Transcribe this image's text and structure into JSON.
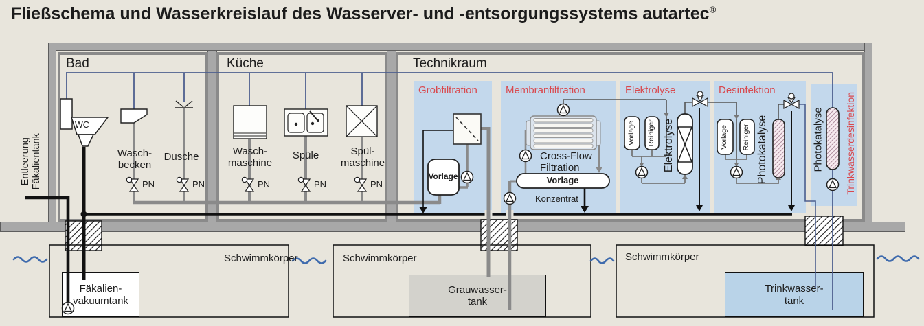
{
  "title": {
    "text": "Fließschema und Wasserkreislauf des Wasserver- und -entsorgungssystems autartec",
    "registered": "®"
  },
  "building": {
    "rooms": {
      "bad": {
        "label": "Bad",
        "wc": "WC",
        "waschbecken": "Wasch-\nbecken",
        "dusche": "Dusche"
      },
      "kueche": {
        "label": "Küche",
        "waschmaschine": "Wasch-\nmaschine",
        "spuele": "Spüle",
        "spuelmaschine": "Spül-\nmaschine"
      },
      "technikraum": {
        "label": "Technikraum",
        "grobfiltration": {
          "heading": "Grobfiltration",
          "vorlage": "Vorlage"
        },
        "membranfiltration": {
          "heading": "Membranfiltration",
          "module": "Cross-Flow\nFiltration",
          "vorlage": "Vorlage",
          "konzentrat": "Konzentrat"
        },
        "elektrolyse": {
          "heading": "Elektrolyse",
          "vorlage": "Vorlage",
          "reiniger": "Reiniger",
          "column": "Elektrolyse"
        },
        "desinfektion": {
          "heading": "Desinfektion",
          "vorlage": "Vorlage",
          "reiniger": "Reiniger",
          "column": "Photokatalyse"
        },
        "trinkwasserdesinfektion": {
          "heading": "Trinkwasserdesinfektion",
          "column": "Photokatalyse"
        }
      }
    },
    "valve_label": "PN",
    "entleerung": "Entleerung\nFäkalientank"
  },
  "pontoons": {
    "label": "Schwimmkörper",
    "faekalientank": "Fäkalien-\nvakuumtank",
    "grauwassertank": "Grauwasser-\ntank",
    "trinkwassertank": "Trinkwasser-\ntank"
  },
  "colors": {
    "background": "#e8e5dc",
    "wall_gray": "#a8a8a8",
    "panel_blue": "#c3d8ec",
    "heading_red": "#d9494e",
    "pipe_gray": "#8a8a8a",
    "sewage_black": "#111111",
    "supply_blue": "#4d5f8e",
    "water_blue": "#3f6bad",
    "grauwasser_fill": "#d3d2cc",
    "trinkwasser_fill": "#b9d3e8"
  }
}
